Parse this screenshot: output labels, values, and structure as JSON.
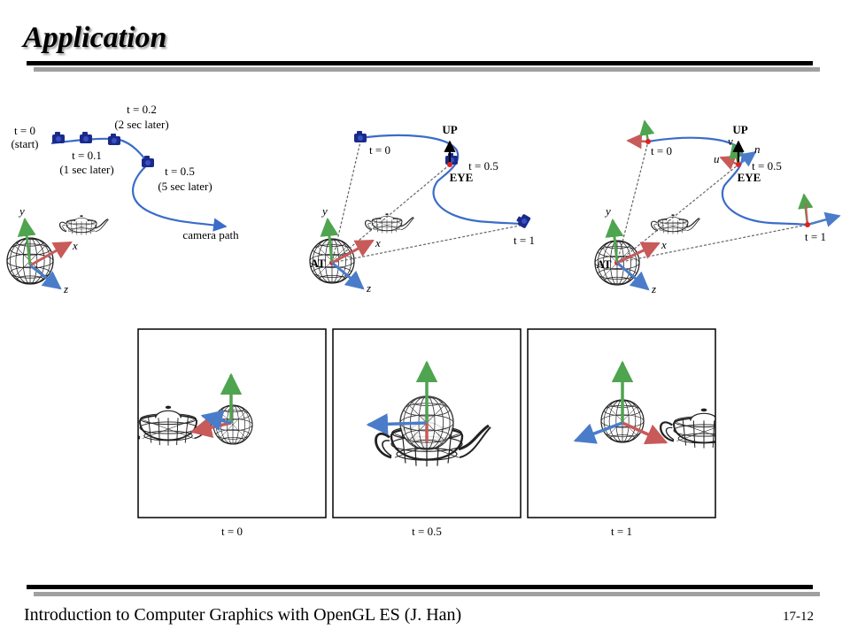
{
  "slide": {
    "title": "Application",
    "footer": "Introduction to Computer Graphics with OpenGL ES (J. Han)",
    "page_number": "17-12"
  },
  "colors": {
    "path": "#3a6cc9",
    "x_axis": "#c85a5a",
    "y_axis": "#4fa44f",
    "z_axis": "#4a7cc9",
    "camera": "#1a2a8a",
    "point": "#e02020",
    "rule_dark": "#000000",
    "rule_gray": "#a0a0a0"
  },
  "panel1": {
    "t0": "t = 0",
    "t0_note": "(start)",
    "t01": "t = 0.1",
    "t01_note": "(1 sec later)",
    "t02": "t = 0.2",
    "t02_note": "(2 sec later)",
    "t05": "t = 0.5",
    "t05_note": "(5 sec later)",
    "path_label": "camera path",
    "axis_y": "y",
    "axis_x": "x",
    "axis_z": "z"
  },
  "panel2": {
    "t0": "t = 0",
    "t05": "t = 0.5",
    "t1": "t = 1",
    "up": "UP",
    "eye": "EYE",
    "at": "AT",
    "axis_y": "y",
    "axis_x": "x",
    "axis_z": "z"
  },
  "panel3": {
    "t0": "t = 0",
    "t05": "t = 0.5",
    "t1": "t = 1",
    "up": "UP",
    "eye": "EYE",
    "at": "AT",
    "u": "u",
    "v": "v",
    "n": "n",
    "axis_y": "y",
    "axis_x": "x",
    "axis_z": "z"
  },
  "views": [
    {
      "label": "t = 0"
    },
    {
      "label": "t = 0.5"
    },
    {
      "label": "t = 1"
    }
  ]
}
